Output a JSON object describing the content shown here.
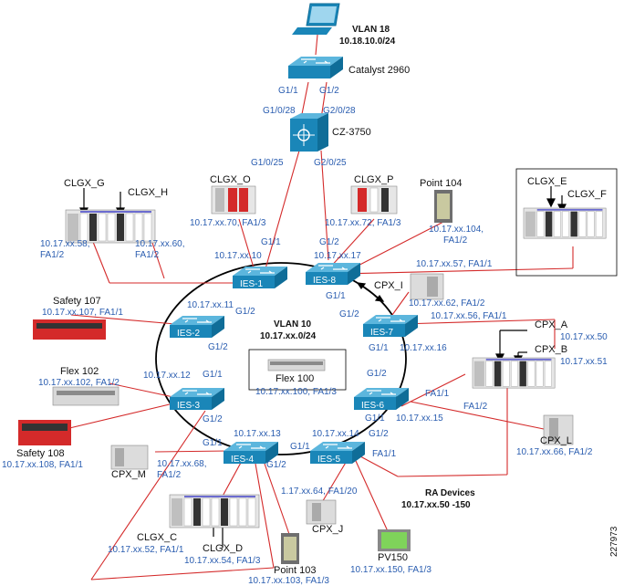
{
  "colors": {
    "link_red": "#d42a2a",
    "ring_black": "#000000",
    "switch_blue": "#1a86b8",
    "label_blue": "#2a5db0"
  },
  "top": {
    "vlan18_title": "VLAN 18",
    "vlan18_subnet": "10.18.10.0/24",
    "catalyst_name": "Catalyst 2960",
    "cz_name": "CZ-3750"
  },
  "ports": {
    "cat_g11": "G1/1",
    "cat_g12": "G1/2",
    "cz_g1028": "G1/0/28",
    "cz_g2028": "G2/0/28",
    "cz_g1025": "G1/0/25",
    "cz_g2025": "G2/0/25"
  },
  "vlan10": {
    "title": "VLAN 10",
    "subnet": "10.17.xx.0/24"
  },
  "ra": {
    "title": "RA Devices",
    "range": "10.17.xx.50 -150"
  },
  "figure_id": "227973",
  "switches": {
    "ies1": {
      "name": "IES-1",
      "ip": "10.17.xx.10",
      "port1": "G1/1",
      "port2": "G1/2"
    },
    "ies2": {
      "name": "IES-2",
      "ip": "10.17.xx.11",
      "port1": "G1/1",
      "port2": "G1/2"
    },
    "ies3": {
      "name": "IES-3",
      "ip": "10.17.xx.12",
      "port1": "G1/1",
      "port2": "G1/2"
    },
    "ies4": {
      "name": "IES-4",
      "ip": "10.17.xx.13",
      "port1": "G1/1",
      "port2": "G1/2"
    },
    "ies5": {
      "name": "IES-5",
      "ip": "10.17.xx.14",
      "port1": "G1/1",
      "port2": "G1/2",
      "fa": "FA1/1"
    },
    "ies6": {
      "name": "IES-6",
      "ip": "10.17.xx.15",
      "port1": "G1/1",
      "port2": "G1/2",
      "fa1": "FA1/1",
      "fa2": "FA1/2"
    },
    "ies7": {
      "name": "IES-7",
      "ip": "10.17.xx.16",
      "port1": "G1/1",
      "port2": "G1/2"
    },
    "ies8": {
      "name": "IES-8",
      "ip": "10.17.xx.17",
      "port1": "G1/1",
      "port2": "G1/2"
    }
  },
  "devices": {
    "clgx_g": {
      "name": "CLGX_G",
      "ip": "10.17.xx.58,",
      "port": "FA1/2"
    },
    "clgx_h": {
      "name": "CLGX_H",
      "ip": "10.17.xx.60,",
      "port": "FA1/2"
    },
    "clgx_o": {
      "name": "CLGX_O",
      "label": "10.17.xx.70, FA1/3"
    },
    "clgx_p": {
      "name": "CLGX_P",
      "label": "10.17.xx.72, FA1/3"
    },
    "point104": {
      "name": "Point 104",
      "ip": "10.17.xx.104,",
      "port": "FA1/2"
    },
    "clgx_e": {
      "name": "CLGX_E",
      "label": "10.17.xx.57, FA1/1"
    },
    "clgx_f": {
      "name": "CLGX_F"
    },
    "cpx_i": {
      "name": "CPX_I",
      "label": "10.17.xx.62, FA1/2"
    },
    "cpx_a": {
      "name": "CPX_A",
      "ip": "10.17.xx.50",
      "label": "10.17.xx.56, FA1/1"
    },
    "cpx_b": {
      "name": "CPX_B",
      "ip": "10.17.xx.51"
    },
    "safety107": {
      "name": "Safety 107",
      "label": "10.17.xx.107, FA1/1"
    },
    "flex102": {
      "name": "Flex 102",
      "label": "10.17.xx.102, FA1/2"
    },
    "flex100": {
      "name": "Flex 100",
      "label": "10.17.xx.100, FA1/3"
    },
    "safety108": {
      "name": "Safety 108",
      "label": "10.17.xx.108, FA1/1"
    },
    "cpx_l": {
      "name": "CPX_L",
      "label": "10.17.xx.66, FA1/2"
    },
    "cpx_m": {
      "name": "CPX_M",
      "ip": "10.17.xx.68,",
      "port": "FA1/2"
    },
    "cpx_j": {
      "name": "CPX_J",
      "label": "1.17.xx.64, FA1/20"
    },
    "clgx_c": {
      "name": "CLGX_C",
      "label": "10.17.xx.52, FA1/1"
    },
    "clgx_d": {
      "name": "CLGX_D",
      "label": "10.17.xx.54, FA1/3"
    },
    "point103": {
      "name": "Point 103",
      "label": "10.17.xx.103, FA1/3"
    },
    "pv150": {
      "name": "PV150",
      "label": "10.17.xx.150, FA1/3"
    }
  }
}
